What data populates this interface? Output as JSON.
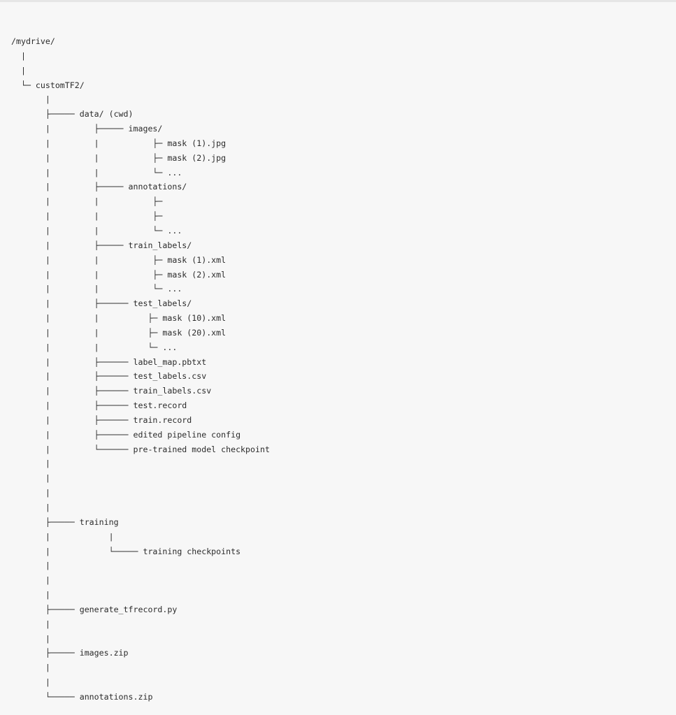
{
  "tree": {
    "lines": [
      "/mydrive/",
      "  |",
      "  |",
      "  └─ customTF2/",
      "       |",
      "       ├───── data/ (cwd)",
      "       |         ├───── images/",
      "       |         |           ├─ mask (1).jpg",
      "       |         |           ├─ mask (2).jpg",
      "       |         |           └─ ...",
      "       |         ├───── annotations/",
      "       |         |           ├─",
      "       |         |           ├─",
      "       |         |           └─ ...",
      "       |         ├───── train_labels/",
      "       |         |           ├─ mask (1).xml",
      "       |         |           ├─ mask (2).xml",
      "       |         |           └─ ...",
      "       |         ├────── test_labels/",
      "       |         |          ├─ mask (10).xml",
      "       |         |          ├─ mask (20).xml",
      "       |         |          └─ ...",
      "       |         ├────── label_map.pbtxt",
      "       |         ├────── test_labels.csv",
      "       |         ├────── train_labels.csv",
      "       |         ├────── test.record",
      "       |         ├────── train.record",
      "       |         ├────── edited pipeline config",
      "       |         └────── pre-trained model checkpoint",
      "       |",
      "       |",
      "       |",
      "       |",
      "       ├───── training",
      "       |            |",
      "       |            └───── training checkpoints",
      "       |",
      "       |",
      "       |",
      "       ├───── generate_tfrecord.py",
      "       |",
      "       |",
      "       ├───── images.zip",
      "       |",
      "       |",
      "       └───── annotations.zip"
    ]
  }
}
